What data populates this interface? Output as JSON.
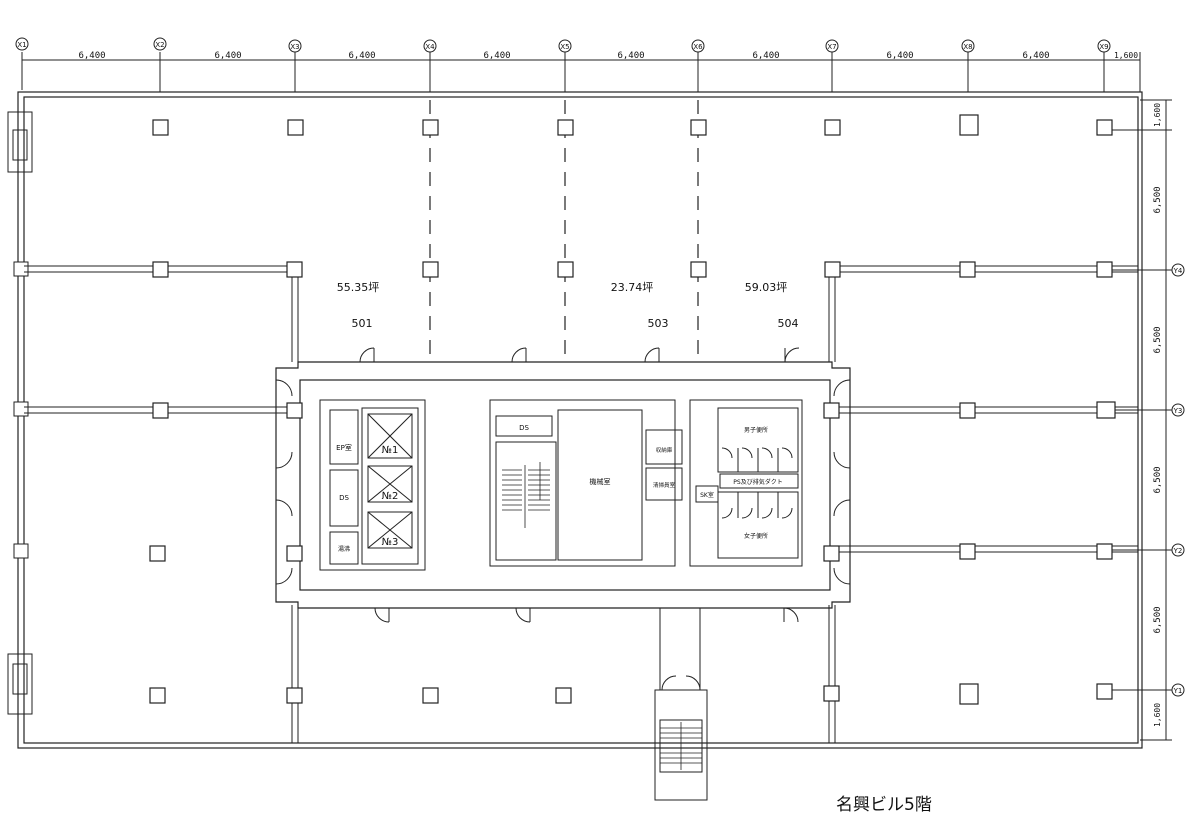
{
  "grid_x": {
    "labels": [
      "X1",
      "X2",
      "X3",
      "X4",
      "X5",
      "X6",
      "X7",
      "X8",
      "X9"
    ],
    "spans": [
      "6,400",
      "6,400",
      "6,400",
      "6,400",
      "6,400",
      "6,400",
      "6,400",
      "6,400"
    ],
    "end_span": "1,600"
  },
  "grid_y": {
    "labels": [
      "Y4",
      "Y3",
      "Y2",
      "Y1"
    ],
    "top_span": "1,600",
    "spans": [
      "6,500",
      "6,500",
      "6,500",
      "6,500"
    ],
    "bottom_span": "1,600"
  },
  "rooms": {
    "r501": {
      "area": "55.35坪",
      "number": "501"
    },
    "r503": {
      "area": "23.74坪",
      "number": "503"
    },
    "r504": {
      "area": "59.03坪",
      "number": "504"
    }
  },
  "core": {
    "ep": "EP室",
    "ds_left": "DS",
    "misc": "湯沸",
    "elevators": [
      "№1",
      "№2",
      "№3"
    ],
    "ds_stair": "DS",
    "machine_room": "機械室",
    "storage": "収納庫",
    "cleaning": "清掃員室",
    "sk": "SK室",
    "mens": "男子便所",
    "ps_duct": "PS及び排気ダクト",
    "womens": "女子便所"
  },
  "title": "名興ビル5階"
}
